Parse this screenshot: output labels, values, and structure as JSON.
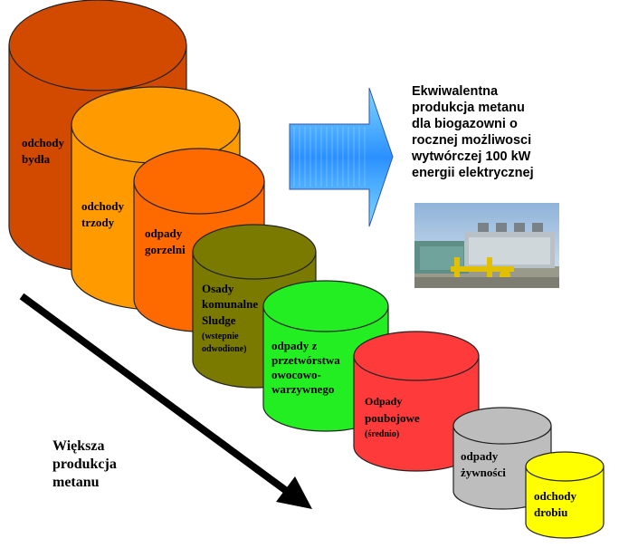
{
  "diagram": {
    "cylinders": [
      {
        "id": "bydla",
        "color": "#d24a00",
        "lines": [
          "odchody",
          "bydła"
        ],
        "small": ""
      },
      {
        "id": "trzody",
        "color": "#ff9a00",
        "lines": [
          "odchody",
          "trzody"
        ],
        "small": ""
      },
      {
        "id": "gorzelni",
        "color": "#ff6a00",
        "lines": [
          "odpady",
          "gorzelni"
        ],
        "small": ""
      },
      {
        "id": "osady",
        "color": "#7a7a00",
        "lines": [
          "Osady",
          "komunalne",
          "Sludge"
        ],
        "small": "(wstepnie odwodione)"
      },
      {
        "id": "owocowo",
        "color": "#22ee22",
        "lines": [
          "odpady z",
          "przetwórstwa",
          "owocowo-",
          "warzywnego"
        ],
        "small": ""
      },
      {
        "id": "poubojowe",
        "color": "#ff3a3a",
        "lines": [
          "Odpady",
          "poubojowe"
        ],
        "small": "(średnio)"
      },
      {
        "id": "zywnosci",
        "color": "#bdbdbd",
        "lines": [
          "odpady",
          "żywności"
        ],
        "small": ""
      },
      {
        "id": "drobiu",
        "color": "#ffff00",
        "lines": [
          "odchody",
          "drobiu"
        ],
        "small": ""
      }
    ],
    "right_title": [
      "Ekwiwalentna",
      "produkcja metanu",
      "dla biogazowni o",
      "rocznej możliwosci",
      "wytwórczej 100 kW",
      "energii elektrycznej"
    ],
    "bottom_label": [
      "Większa",
      "produkcja",
      "metanu"
    ],
    "arrow_color": "#1e90ff",
    "photo_icon": "biogas-plant-photo"
  }
}
